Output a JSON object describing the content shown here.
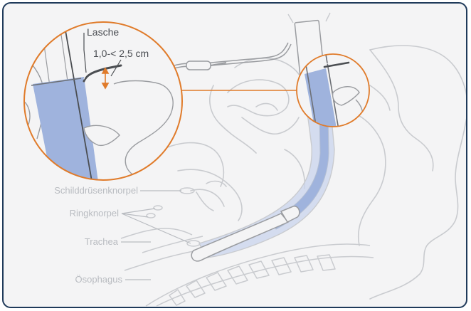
{
  "labels": {
    "lasche": "Lasche",
    "measurement": "1,0-< 2,5 cm",
    "schilddruesenknorpel": "Schilddrüsenknorpel",
    "ringknorpel": "Ringknorpel",
    "trachea": "Trachea",
    "oesophagus": "Ösophagus"
  },
  "colors": {
    "frame_border": "#1f3a5a",
    "background": "#f4f4f5",
    "tube_fill": "#9fb3dd",
    "callout_orange": "#e07b2a",
    "anatomy_line": "#c9cbcf",
    "label_gray": "#b9bcc1"
  }
}
